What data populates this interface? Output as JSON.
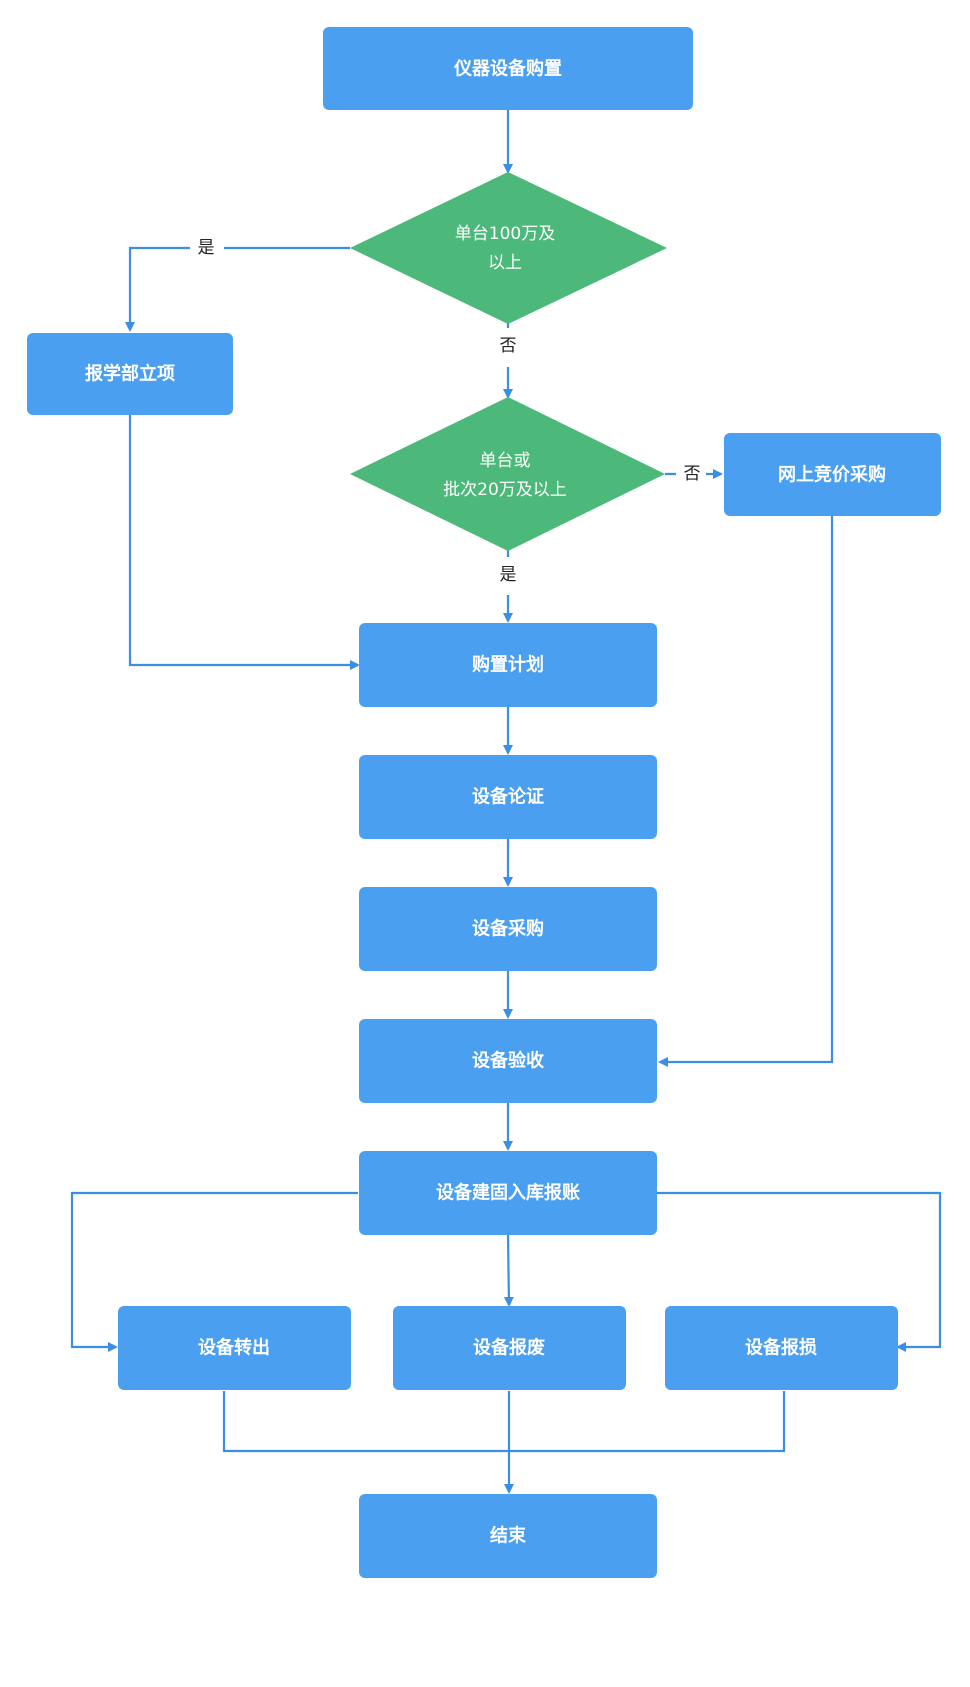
{
  "colors": {
    "process": "#4a9ff1",
    "decision": "#4cb97a",
    "connector": "#3a8ee6",
    "label_text": "#222222"
  },
  "nodes": {
    "start": "仪器设备购置",
    "decision_100w": [
      "单台100万及",
      "以上"
    ],
    "report_project": "报学部立项",
    "decision_20w": [
      "单台或",
      "批次20万及以上"
    ],
    "online_bidding": "网上竞价采购",
    "purchase_plan": "购置计划",
    "equipment_argument": "设备论证",
    "equipment_purchase": "设备采购",
    "equipment_acceptance": "设备验收",
    "asset_registration": "设备建固入库报账",
    "equipment_transfer": "设备转出",
    "equipment_scrap": "设备报废",
    "equipment_damage": "设备报损",
    "end": "结束"
  },
  "labels": {
    "yes_left": "是",
    "no_down": "否",
    "no_right": "否",
    "yes_down": "是"
  }
}
